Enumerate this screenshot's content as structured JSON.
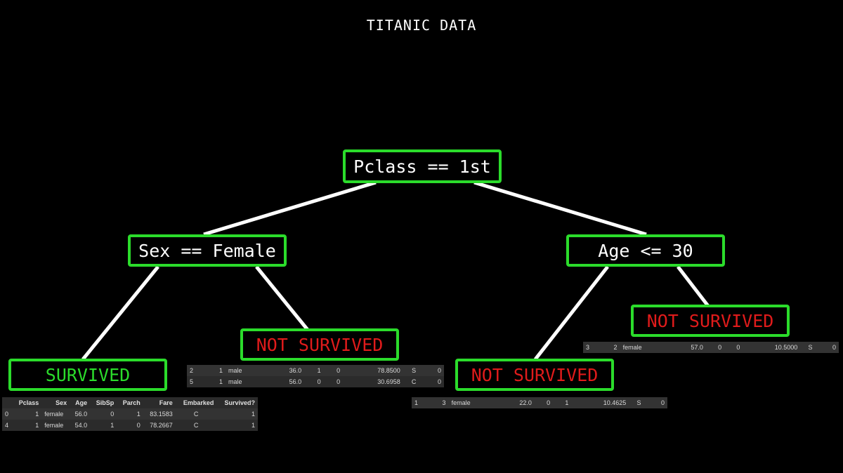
{
  "title": "TITANIC DATA",
  "colors": {
    "background": "#000000",
    "node_border": "#2bdc2b",
    "survived_text": "#2bdc2b",
    "not_survived_text": "#e01b1b",
    "edge": "#ffffff",
    "table_bg": "#2b2b2b"
  },
  "nodes": {
    "root": "Pclass == 1st",
    "left": "Sex == Female",
    "right": "Age <= 30",
    "left_left": "SURVIVED",
    "left_right": "NOT SURVIVED",
    "right_left": "NOT SURVIVED",
    "right_right": "NOT SURVIVED"
  },
  "tables": {
    "survived": {
      "headers": [
        "",
        "Pclass",
        "Sex",
        "Age",
        "SibSp",
        "Parch",
        "Fare",
        "Embarked",
        "Survived?"
      ],
      "rows": [
        [
          "0",
          "1",
          "female",
          "56.0",
          "0",
          "1",
          "83.1583",
          "C",
          "1"
        ],
        [
          "4",
          "1",
          "female",
          "54.0",
          "1",
          "0",
          "78.2667",
          "C",
          "1"
        ]
      ]
    },
    "left_not_survived": {
      "rows": [
        [
          "2",
          "1",
          "male",
          "36.0",
          "1",
          "0",
          "78.8500",
          "S",
          "0"
        ],
        [
          "5",
          "1",
          "male",
          "56.0",
          "0",
          "0",
          "30.6958",
          "C",
          "0"
        ]
      ]
    },
    "right_left_not_survived": {
      "rows": [
        [
          "1",
          "3",
          "female",
          "22.0",
          "0",
          "1",
          "10.4625",
          "S",
          "0"
        ]
      ]
    },
    "right_right_not_survived": {
      "rows": [
        [
          "3",
          "2",
          "female",
          "57.0",
          "0",
          "0",
          "10.5000",
          "S",
          "0"
        ]
      ]
    }
  }
}
